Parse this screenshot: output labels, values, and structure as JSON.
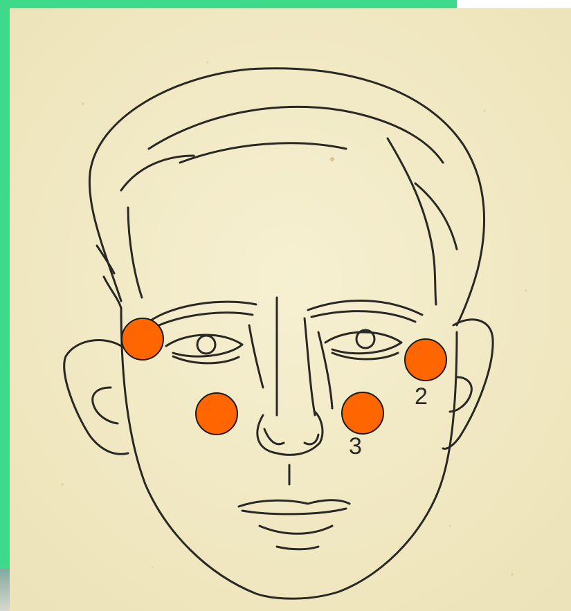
{
  "colors": {
    "border_green": "#3fd98a",
    "paper": "#f4edc9",
    "ink": "#2a2824",
    "marker_fill": "#ff6600",
    "marker_stroke": "#1a1a1a"
  },
  "labels": {
    "point_2": "2",
    "point_3": "3"
  },
  "icons": {
    "marker": "filled-circle"
  }
}
